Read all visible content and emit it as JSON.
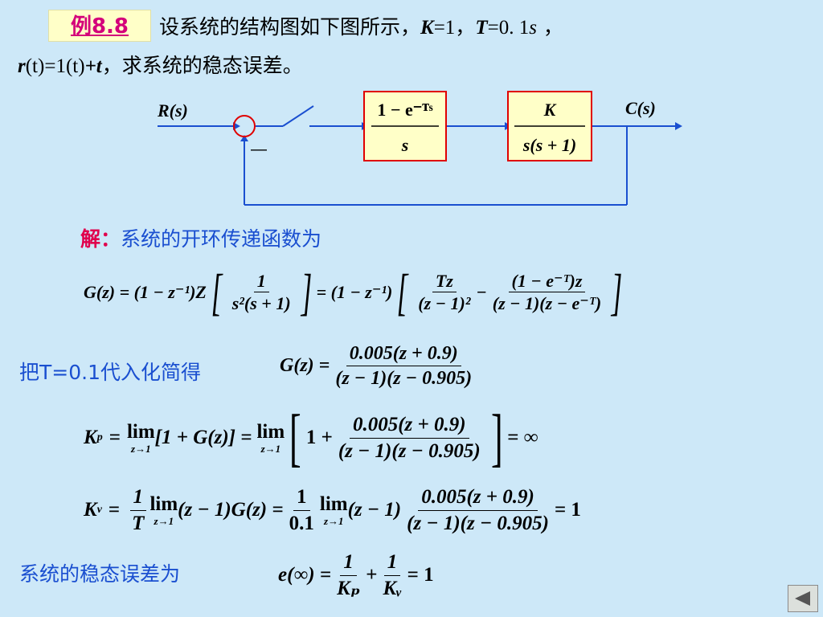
{
  "header": {
    "example_label": "例8.8",
    "problem_line1": "设系统的结构图如下图所示，",
    "k_text": "K",
    "k_value": "=1，",
    "t_text": "T",
    "t_value": "=0. 1",
    "s_text": "s",
    "line1_end": " ，",
    "r_expr": "r",
    "r_t": "(t)",
    "r_eq": "=1",
    "r_t2": "(t)",
    "plus_t": "+t",
    "problem_line2": "，求系统的稳态误差。"
  },
  "diagram": {
    "input_label": "R(s)",
    "output_label": "C(s)",
    "minus_sign": "—",
    "zoh_num": "1 − e⁻ᵀˢ",
    "zoh_den": "s",
    "plant_num": "K",
    "plant_den": "s(s + 1)",
    "colors": {
      "line": "#1a4fd0",
      "block_fill": "#ffffc8",
      "block_border": "#e00000",
      "summing": "#e00000"
    }
  },
  "solution": {
    "intro_label": "解：",
    "intro_text": "系统的开环传递函数为",
    "sub_label": "把T=0.1代入化简得",
    "error_label": "系统的稳态误差为"
  },
  "equations": {
    "g_lhs": "G(z) = (1 − z⁻¹)Z",
    "g_frac1_num": "1",
    "g_frac1_den": "s²(s + 1)",
    "g_mid": "= (1 − z⁻¹)",
    "g_frac2_num": "Tz",
    "g_frac2_den": "(z − 1)²",
    "g_minus": "−",
    "g_frac3_num": "(1 − e⁻ᵀ)z",
    "g_frac3_den": "(z − 1)(z − e⁻ᵀ)",
    "gs_lhs": "G(z) =",
    "gs_num": "0.005(z + 0.9)",
    "gs_den": "(z − 1)(z − 0.905)",
    "kp_lhs": "K",
    "kp_sub": "p",
    "kp_eq": "=",
    "lim": "lim",
    "lim_sub": "z→1",
    "kp_mid": "[1 + G(z)] =",
    "kp_one_plus": "1 +",
    "kp_num": "0.005(z + 0.9)",
    "kp_den": "(z − 1)(z − 0.905)",
    "kp_result": "= ∞",
    "kv_lhs": "K",
    "kv_sub": "v",
    "kv_eq": "=",
    "kv_frac1_num": "1",
    "kv_frac1_den": "T",
    "kv_mid": "(z − 1)G(z) =",
    "kv_frac2_num": "1",
    "kv_frac2_den": "0.1",
    "kv_mid2": "(z − 1)",
    "kv_num": "0.005(z + 0.9)",
    "kv_den": "(z − 1)(z − 0.905)",
    "kv_result": "= 1",
    "e_lhs": "e(∞) =",
    "e_frac1_num": "1",
    "e_frac1_den": "Kₚ",
    "e_plus": "+",
    "e_frac2_num": "1",
    "e_frac2_den": "Kᵥ",
    "e_result": "= 1"
  },
  "nav": {
    "back_icon": "triangle-left-icon"
  }
}
